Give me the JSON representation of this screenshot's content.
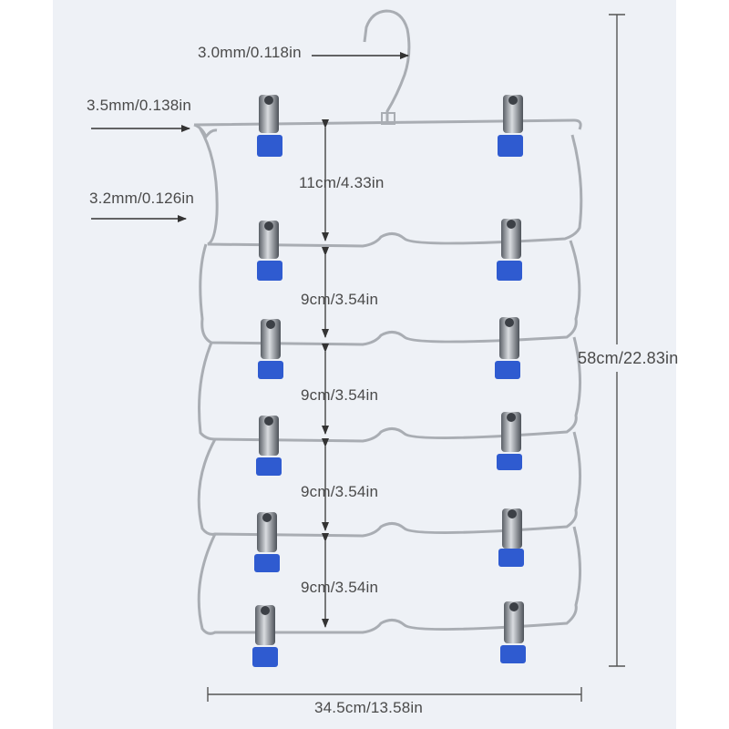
{
  "labels": {
    "hook_wire": "3.0mm/0.118in",
    "frame_wire": "3.5mm/0.138in",
    "tier_wire": "3.2mm/0.126in",
    "gap_top": "11cm/4.33in",
    "gap_2": "9cm/3.54in",
    "gap_3": "9cm/3.54in",
    "gap_4": "9cm/3.54in",
    "gap_5": "9cm/3.54in",
    "total_height": "58cm/22.83in",
    "total_width": "34.5cm/13.58in"
  },
  "colors": {
    "background": "#ffffff",
    "panel": "#eef1f6",
    "wire": "#a9adb3",
    "clip_metal": "#6d737b",
    "clip_pad": "#2f5bd0",
    "text": "#4a4a4a",
    "arrow": "#333333"
  }
}
